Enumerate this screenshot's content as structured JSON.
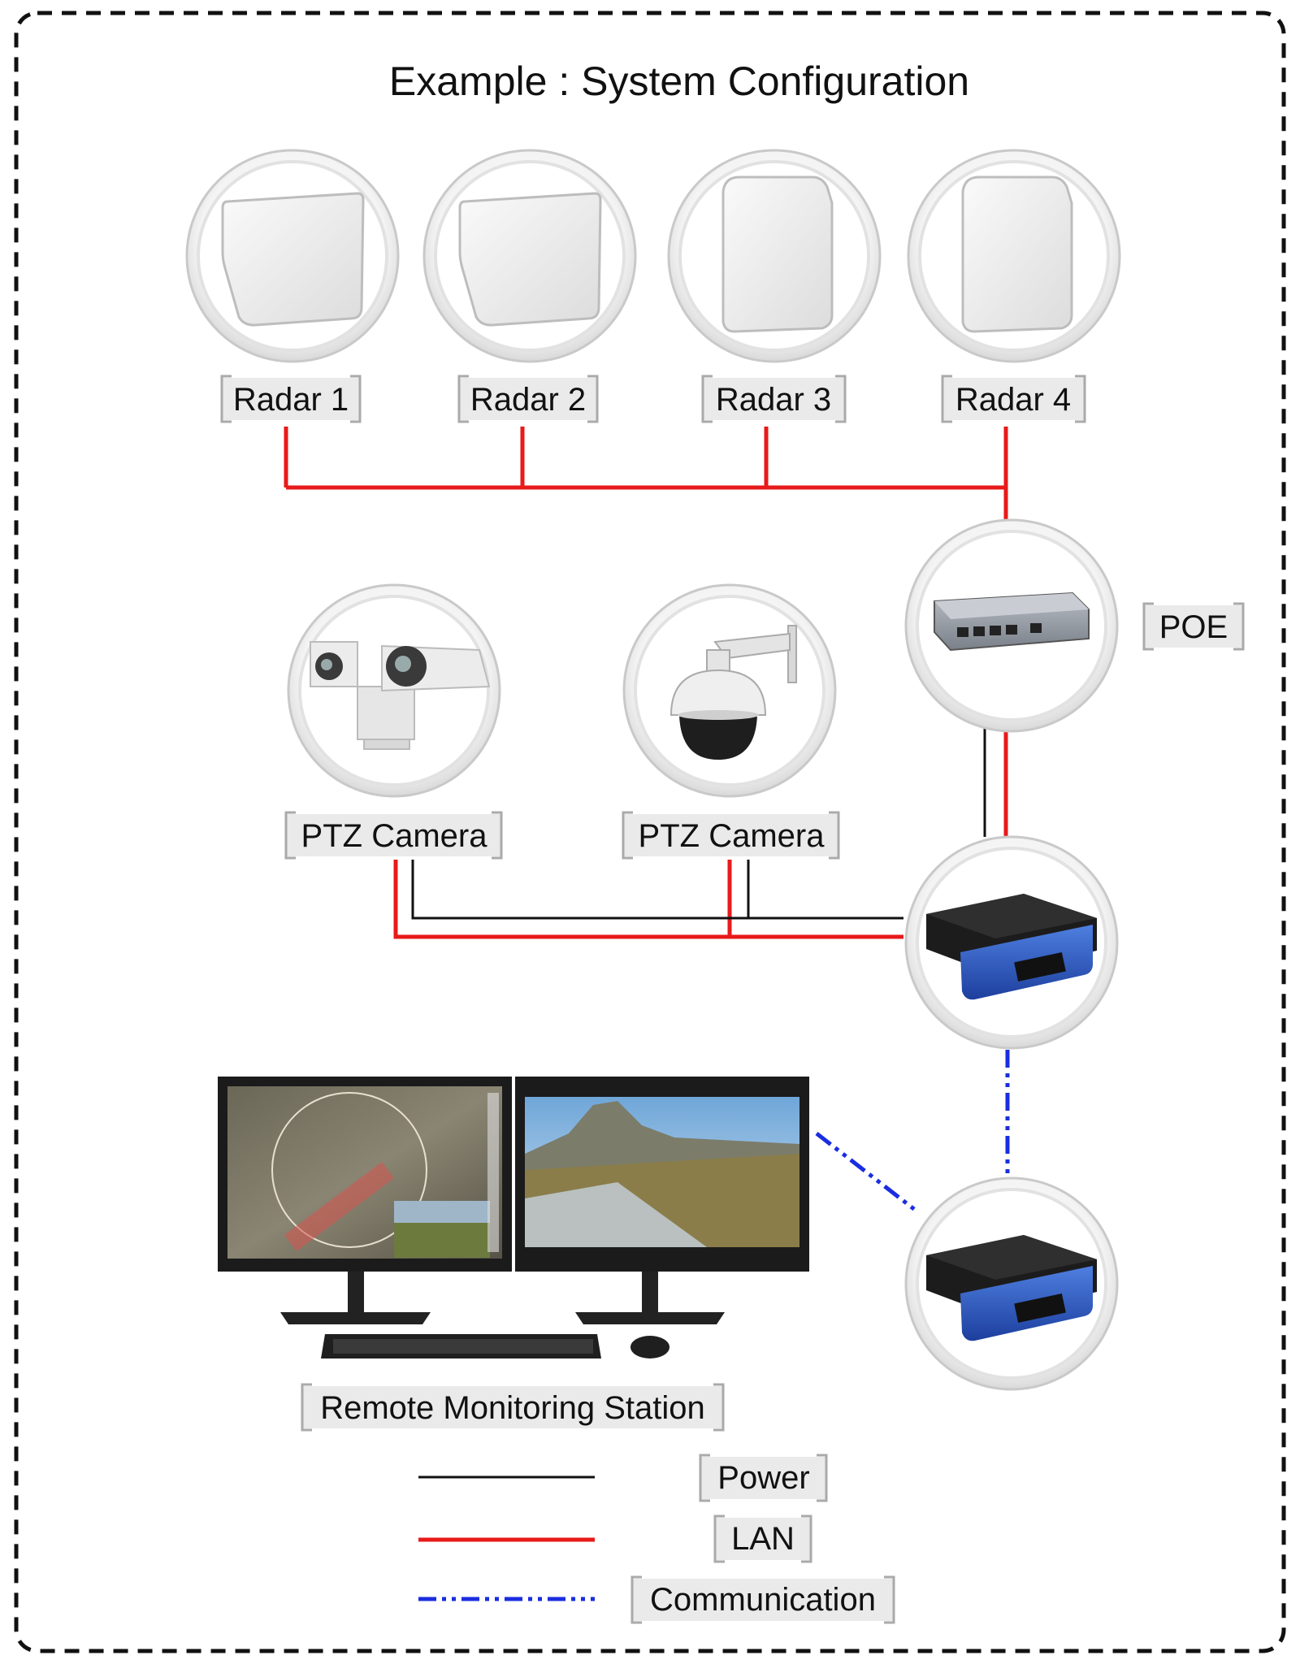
{
  "title": "Example : System Configuration",
  "nodes": {
    "radar_1": "Radar 1",
    "radar_2": "Radar 2",
    "radar_3": "Radar 3",
    "radar_4": "Radar 4",
    "poe": "POE",
    "ptz_camera_1": "PTZ Camera",
    "ptz_camera_2": "PTZ Camera",
    "remote_station": "Remote Monitoring Station"
  },
  "legend": {
    "power": "Power",
    "lan": "LAN",
    "communication": "Communication"
  },
  "colors": {
    "power": "#111111",
    "lan": "#e81a1a",
    "communication": "#1a2de0",
    "border": "#111111"
  },
  "icons": {
    "radar_1": "radar-panel-icon",
    "radar_2": "radar-panel-icon",
    "radar_3": "radar-panel-icon",
    "radar_4": "radar-panel-icon",
    "poe": "poe-switch-icon",
    "ptz_camera_1": "thermal-ptz-camera-icon",
    "ptz_camera_2": "dome-ptz-camera-icon",
    "router_1": "router-icon",
    "router_2": "router-icon",
    "remote_station": "dual-monitor-workstation-icon"
  }
}
